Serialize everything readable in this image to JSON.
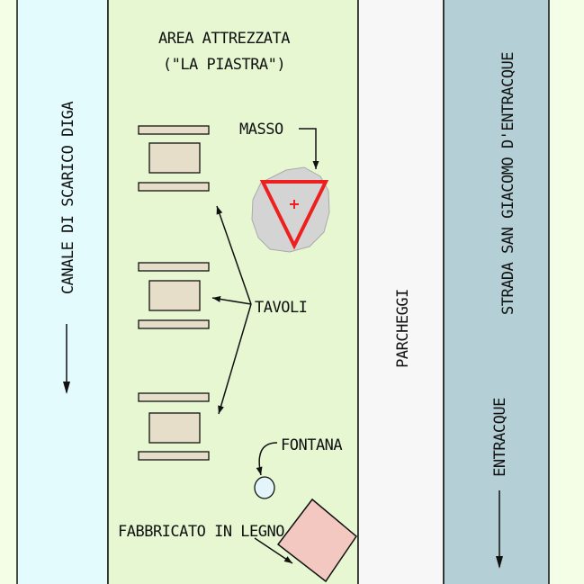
{
  "colors": {
    "background": "#f4fde6",
    "canal": "#e4fbfd",
    "area": "#e6f7d2",
    "parking": "#f7f7f7",
    "road": "#b4d0d6",
    "table": "#e6dec8",
    "rock": "#d4d4d4",
    "marker": "#ee1f1f",
    "fountain": "#e3f4fb",
    "building": "#f2c8c0",
    "line": "#111111"
  },
  "icons": {
    "marker": "yield-triangle-icon",
    "canal_arrow": "arrow-down-icon",
    "road_arrow": "arrow-down-icon"
  },
  "labels": {
    "area_title_line1": "AREA ATTREZZATA",
    "area_title_line2": "(\"LA PIASTRA\")",
    "canal": "CANALE DI SCARICO DIGA",
    "rock": "MASSO",
    "tables": "TAVOLI",
    "fountain": "FONTANA",
    "building": "FABBRICATO IN LEGNO",
    "parking": "PARCHEGGI",
    "road": "STRADA SAN GIACOMO D'ENTRACQUE",
    "road_direction": "ENTRACQUE"
  }
}
